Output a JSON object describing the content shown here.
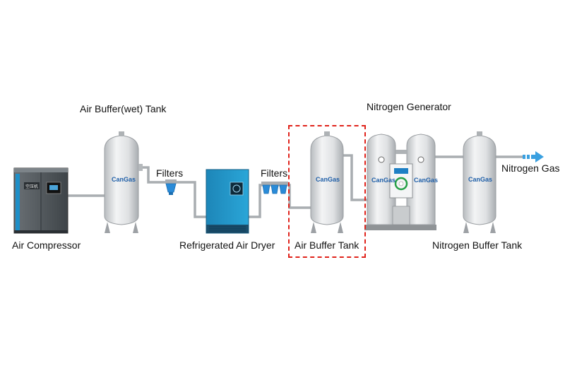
{
  "labels": {
    "air_compressor": "Air Compressor",
    "air_buffer_wet_tank": "Air Buffer(wet) Tank",
    "filters_1": "Filters",
    "refrigerated_air_dryer": "Refrigerated Air Dryer",
    "filters_2": "Filters",
    "air_buffer_tank": "Air Buffer Tank",
    "nitrogen_generator": "Nitrogen Generator",
    "nitrogen_buffer_tank": "Nitrogen Buffer Tank",
    "nitrogen_gas": "Nitrogen Gas"
  },
  "logos": {
    "brand": "CanGas",
    "compressor_panel_text": "空压机"
  },
  "colors": {
    "highlight": "#e0231b",
    "tank_body": "#dcdedf",
    "compressor_body": "#545b60",
    "dryer_body": "#2497c9",
    "filter_blue": "#2a8bd8",
    "outlet_arrow": "#3aa0e0",
    "pipe": "#b9bcbf"
  },
  "icons": {
    "pressure_gauge": "gauge-icon",
    "outlet": "arrow-right-icon"
  }
}
